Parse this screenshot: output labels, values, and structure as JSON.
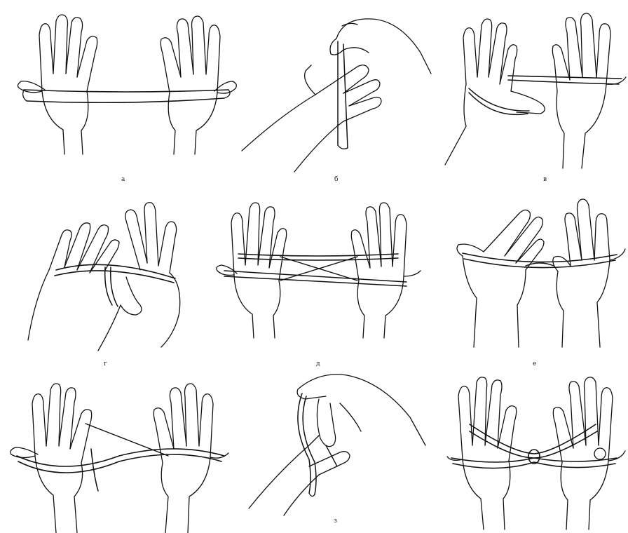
{
  "figure": {
    "panels": [
      {
        "caption": "а",
        "icon": "two-open-palms-with-loop-across-thumbs"
      },
      {
        "caption": "б",
        "icon": "hand-picking-up-string-with-fingers"
      },
      {
        "caption": "в",
        "icon": "palms-with-loop-wrapped-around-thumb"
      },
      {
        "caption": "г",
        "icon": "hands-overlapping-with-loop-hooked"
      },
      {
        "caption": "д",
        "icon": "two-palms-with-crossed-strings"
      },
      {
        "caption": "е",
        "icon": "palms-touching-strings-between"
      },
      {
        "caption": "",
        "icon": "palms-with-string-looped-over-finger"
      },
      {
        "caption": "з",
        "icon": "hand-pinching-loop-with-fingers"
      },
      {
        "caption": "",
        "icon": "palms-with-knotted-string-figure"
      }
    ],
    "colors": {
      "line": "#111111",
      "background": "#ffffff"
    }
  }
}
